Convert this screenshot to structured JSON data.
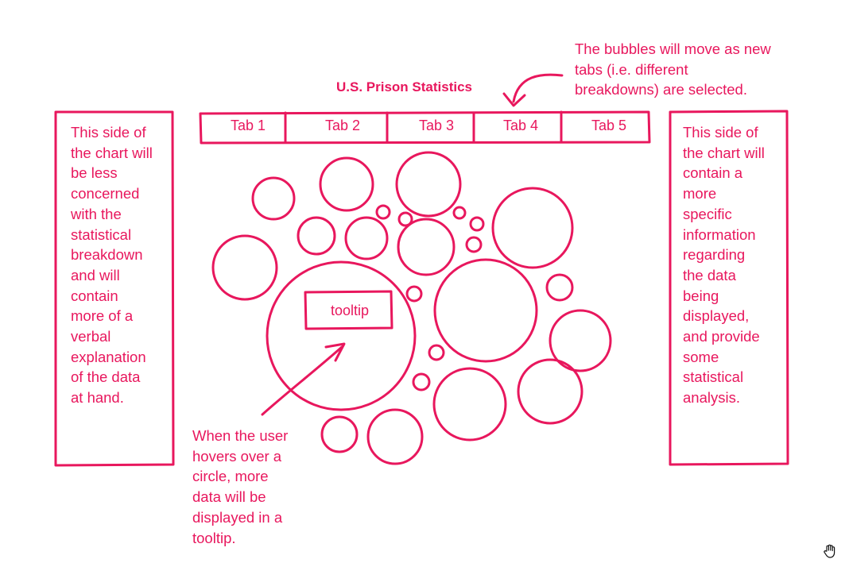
{
  "title": "U.S. Prison Statistics",
  "tabs": [
    "Tab 1",
    "Tab 2",
    "Tab 3",
    "Tab 4",
    "Tab 5"
  ],
  "annotations": {
    "top_note": "The bubbles will move as new\ntabs (i.e. different\nbreakdowns) are selected.",
    "hover_note": "When the user\nhovers over a\ncircle, more\ndata will be\ndisplayed in a\ntooltip."
  },
  "left_panel": {
    "text": "This side of\nthe chart will\nbe less\nconcerned\nwith the\nstatistical\nbreakdown\nand will\ncontain\nmore of a\nverbal\nexplanation\nof the data\nat hand."
  },
  "right_panel": {
    "text": "This side of\nthe chart will\ncontain a\nmore\nspecific\ninformation\nregarding\nthe data\nbeing\ndisplayed,\nand provide\nsome\nstatistical\nanalysis."
  },
  "tooltip": {
    "label": "tooltip"
  },
  "colors": {
    "ink": "#e8175d",
    "background": "#ffffff"
  },
  "icons": {
    "cursor": "hand-cursor-icon"
  }
}
